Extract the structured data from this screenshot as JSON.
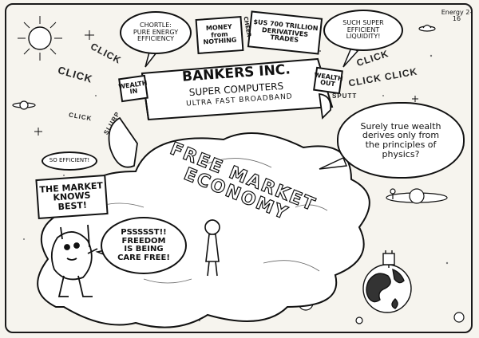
{
  "signature": "Energy 2-16",
  "thought_bubbles": {
    "chortle": "CHORTLE:\nPURE ENERGY\nEFFICIENCY",
    "liquidity": "SUCH SUPER\nEFFICIENT\nLIQUIDITY!",
    "physics": "Surely true wealth\nderives only from\nthe principles of\nphysics?",
    "so_efficient": "SO EFFICIENT!",
    "freedom": "PSSSSST!!\nFREEDOM\nIS BEING\nCARE FREE!"
  },
  "signs": {
    "money_from_nothing": "MONEY\nfrom\nNOTHING",
    "derivatives": "$US 700 TRILLION\nDERIVATIVES\nTRADES",
    "market_knows_best": "THE MARKET\nKNOWS BEST!",
    "wealth_in": "WEALTH\nIN",
    "wealth_out": "WEALTH\nOUT",
    "cheer": "CHEER"
  },
  "bank_building": {
    "name": "BANKERS INC.",
    "line1": "SUPER COMPUTERS",
    "line2": "ULTRA FAST BROADBAND"
  },
  "cloud_label": "FREE MARKET ECONOMY",
  "sound_effects": {
    "click_top": "CLICK",
    "click_left": "CLICK",
    "click_small": "CLICK",
    "click_right1": "CLICK",
    "click_right2": "CLICK CLICK",
    "slurp": "SLURP",
    "sputt": "SPUTT"
  },
  "colors": {
    "ink": "#111111",
    "paper": "#f6f4ee",
    "bubble": "#ffffff"
  }
}
